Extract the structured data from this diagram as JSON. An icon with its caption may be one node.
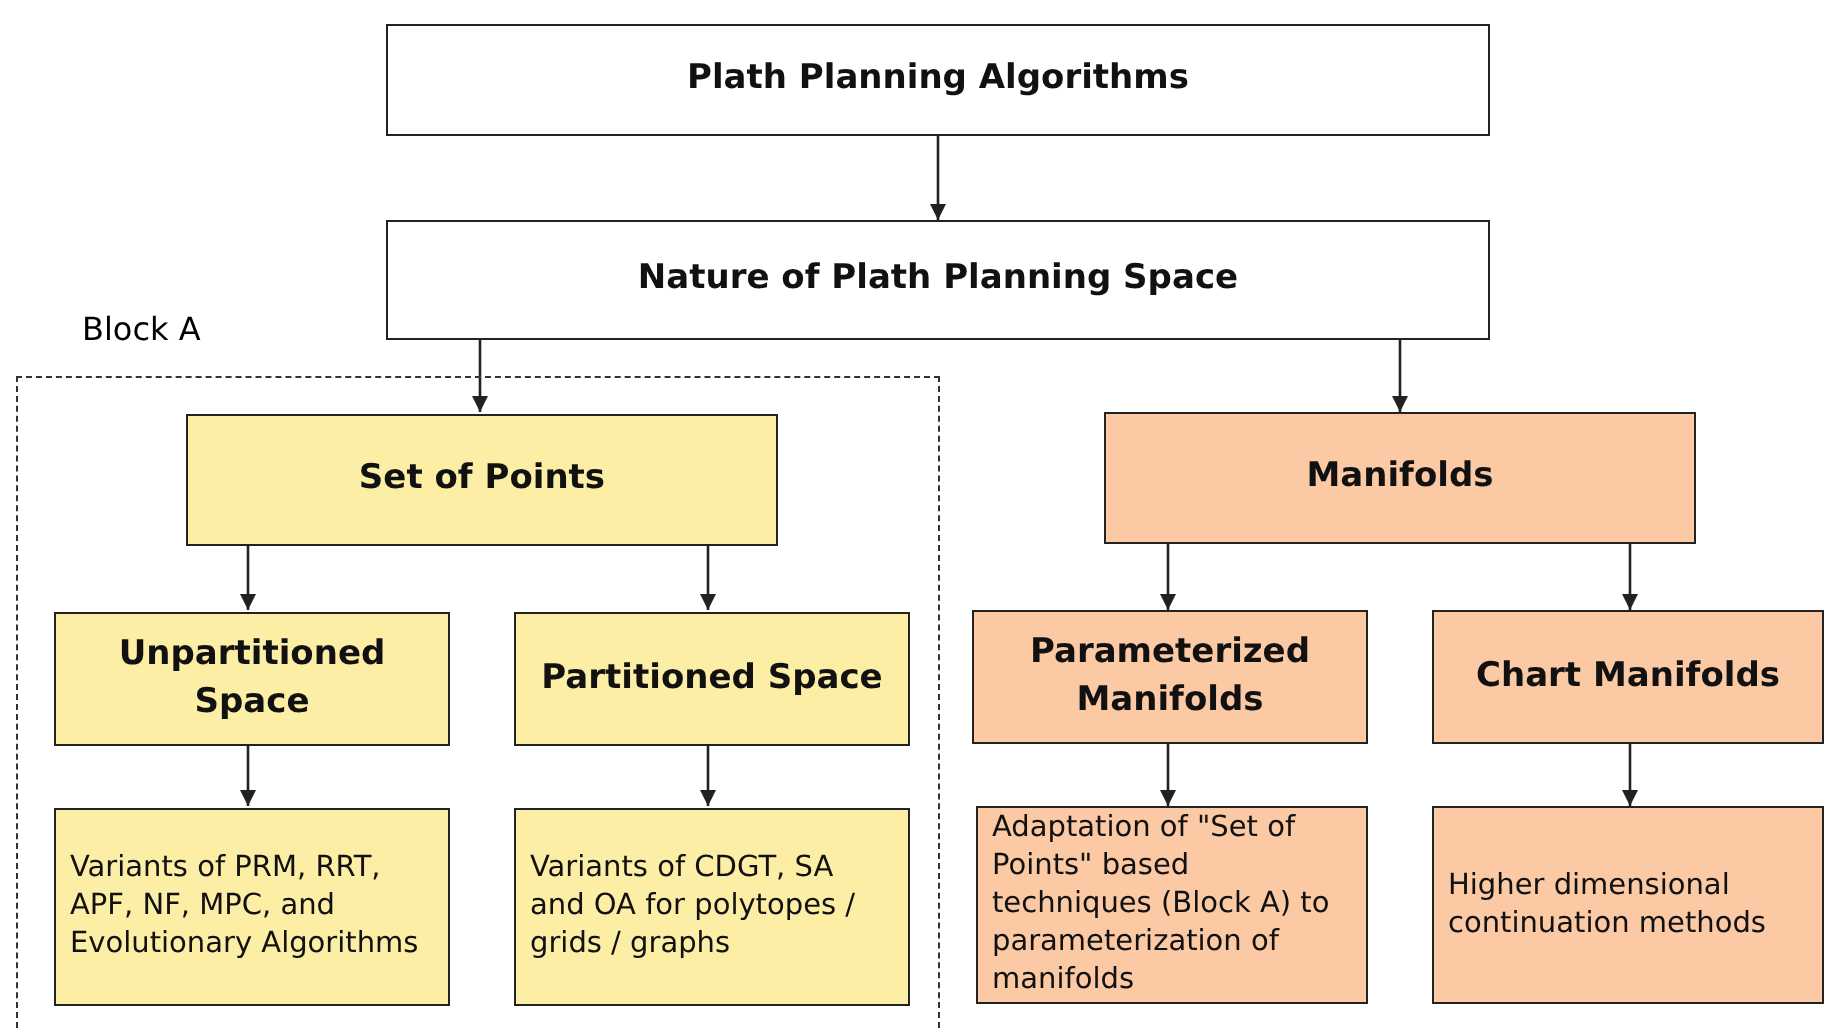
{
  "diagram": {
    "nodes": [
      {
        "text": [
          "Plath Planning Algorithms"
        ]
      },
      {
        "text": [
          "Nature of Plath Planning Space"
        ]
      },
      {
        "text": [
          "Block A"
        ]
      },
      {
        "text": [
          "Set of Points"
        ],
        "in": 2
      },
      {
        "text": [
          "Manifolds"
        ]
      },
      {
        "text": [
          "Unpartitioned Space"
        ],
        "in": 2
      },
      {
        "text": [
          "Partitioned Space"
        ],
        "in": 2
      },
      {
        "text": [
          "Parameterized Manifolds"
        ]
      },
      {
        "text": [
          "Chart Manifolds"
        ]
      },
      {
        "text": [
          "Variants of PRM, RRT, APF, NF, MPC, and Evolutionary Algorithms"
        ],
        "in": 2
      },
      {
        "text": [
          "Variants of CDGT, SA and OA for polytopes / grids / graphs"
        ],
        "in": 2
      },
      {
        "text": [
          "Adaptation of \"Set of Points\" based techniques (Block A) to parameterization of manifolds"
        ]
      },
      {
        "text": [
          "Higher dimensional continuation methods"
        ]
      }
    ],
    "edges": [
      {
        "from": 0,
        "to": 1,
        "arrow": "to"
      },
      {
        "from": 1,
        "to": 3,
        "arrow": "to"
      },
      {
        "from": 1,
        "to": 4,
        "arrow": "to"
      },
      {
        "from": 3,
        "to": 5,
        "arrow": "to"
      },
      {
        "from": 3,
        "to": 6,
        "arrow": "to"
      },
      {
        "from": 4,
        "to": 7,
        "arrow": "to"
      },
      {
        "from": 4,
        "to": 8,
        "arrow": "to"
      },
      {
        "from": 5,
        "to": 9,
        "arrow": "to"
      },
      {
        "from": 6,
        "to": 10,
        "arrow": "to"
      },
      {
        "from": 7,
        "to": 11,
        "arrow": "to"
      },
      {
        "from": 8,
        "to": 12,
        "arrow": "to"
      }
    ]
  }
}
